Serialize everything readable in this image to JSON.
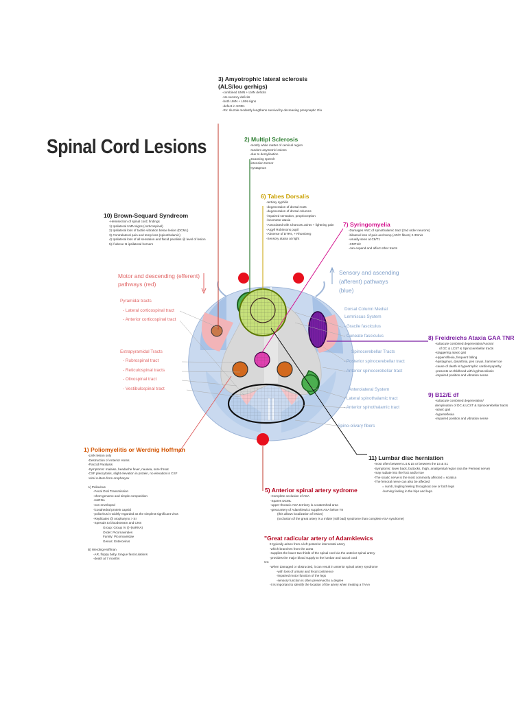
{
  "title": "Spinal Cord Lesions",
  "als": {
    "heading1": "3) Amyotrophic lateral sclerosis",
    "heading2": "(ALS/lou gerhigs)",
    "lines": [
      "-combined UMN + LMN deficits",
      "-No sensory deficits",
      "-both UMN + LMN signs",
      "-defect in SOD1",
      "-Rx: riluzole modestly lengthens survival by decreasing presynaptic Glu"
    ]
  },
  "ms": {
    "heading": "2) Multipl Sclerosis",
    "lines": [
      "-mostly white matter of cervical region",
      "-random asymetric lesions",
      "-due to demylination",
      "-Scanning speech",
      "-intension tremor",
      "-nystagmus"
    ]
  },
  "tabes": {
    "heading": "6) Tabes Dorsalis",
    "lines": [
      "-tertiary syphilis",
      "-degeneration of dorsal roots",
      "-degeneration of dorsal columns",
      "-impaired sensation, proprioception",
      "-locomotor ataxia",
      "-Associated with Charcots Joints + lightning pain",
      "-Argyll Robinsons pupil",
      "-Absense of DTRs, + Rhomberg",
      "-Sensory ataxia at night"
    ]
  },
  "syringo": {
    "heading": "7) Syringomyelia",
    "lines": [
      "-Damages ANC of spinothalamic tract (2nd order neurons)",
      "-bilateral loss of pain and temp (AD/C fibers) 2-30m/s",
      "-usually seen at C8/T1",
      "-CMT1/2",
      "-can expand and affect other tracts"
    ]
  },
  "brown": {
    "heading": "10) Brown-Sequard Syndreom",
    "lines": [
      "-Hemisection of spinal cord; findings",
      "1) Ipsilateral UMN signs (corticospinal)",
      "2) Ipsilateral loss of tactile vibration below lesion (DCML)",
      "3) Contralateral pain and temp loss (spinothalamic)",
      "4) Ipsilateral loss of all sensation and flacid paralisis @ level of lesion",
      "5) if above t1 ipsilateral horners"
    ]
  },
  "motor": {
    "title_line1": "Motor and descending (efferent)",
    "title_line2": "pathways   (red)",
    "pyramidal": "Pyramidal tracts",
    "lateral_cst": "Lateral corticospinal tract",
    "anterior_cst": "Anterior corticospinal tract",
    "extrapyramidal": "Extrapyramidal Tracts",
    "rubrospinal": "Rubrospinal tract",
    "reticulospinal": "Reticulospinal tracts",
    "olivospinal": "Olivospinal tract",
    "vestibulospinal": "Vestibulospinal tract"
  },
  "sensory": {
    "title_line1": "Sensory and ascending",
    "title_line2": "(afferent) pathways",
    "title_line3": "(blue)",
    "dcml1": "Dorsal Column Medial",
    "dcml2": "Lemniscus System",
    "gracile": "Gracile fasciculus",
    "cuneate": "Cuneate fasciculus",
    "spinocerebellar": "Spinocerebellar Tracts",
    "post_sct": "Posterior spinocerebellar tract",
    "ant_sct": "Anterior spinocerebellar tract",
    "anterolateral": "Anterolateral System",
    "lat_stt": "Lateral spinothalamic tract",
    "ant_stt": "Anterior spinothalamic tract",
    "spino_olivary": "Spino-olivary fibers"
  },
  "friedreich": {
    "heading": "8) Freidreichs Ataxia GAA TNR",
    "lines": [
      "-subacute combined degeneration/Axonal",
      "of DC & LCST & Spinocerebellar tracts",
      "-staggering ataxic gait",
      "-Hyperreflexia, frequent falling",
      "-Nystagmus, dysarthria, pes cavus, hammer toe",
      "-cause of death is hypertrophic cardiomyopathy",
      "-presents at childhood with kyphoscoliosis",
      "-impaired position and vibration sense"
    ]
  },
  "b12": {
    "heading": "9) B12/E df",
    "lines": [
      "-subacute combined degeneration/",
      "demylination of DC & LCST & Spinocerebellar tracts",
      "-ataxic gait",
      "-hyperreflexia",
      "-impaired position and vibration sense"
    ]
  },
  "polio": {
    "heading": "1) Poliomyelitis or Werdnig Hoffman",
    "lines": [
      "-LMN lesion only",
      "-Destruction of Anterior Horns",
      "-Flaccid Paralysis",
      "-Symptoms: malaise, headache fever, nausea, sore throat",
      "-CSF pleocytosis, slight elevation in protein, no elevation in CSF",
      "-Viral culture from oropharynx"
    ],
    "sub_a": "A) Poliovirus",
    "sub_a_lines": [
      "-Fecal Oral Transmission",
      "-short genome and simple composition",
      "+ssRNA",
      "-non enveloped",
      "-icosahedral protein capsid",
      "-poliovirus is widely regarded as the simplest significant virus",
      "-Replicates @ oropharynx > SI",
      "-Spreads to bloodstream and CNS"
    ],
    "taxonomy": [
      "Group: Group IV ((+)ssRNA)",
      "Order: Picornavirales",
      "Family: Picornaviridae",
      "Genus: Enterovirus"
    ],
    "sub_b": "B) Werdnig-Hoffman",
    "sub_b_lines": [
      "-AR, floppy baby, tongue fasciculations",
      "-death at 7 months"
    ]
  },
  "disc": {
    "heading": "11) Lumbar disc herniation",
    "lines": [
      "-most often between L4 & L5 or between the L5 & S1",
      "-Symptoms: lower back, buttocks, thigh, anal/genital region (via the Perineal nerve)",
      "-may radiate into the foot and/or toe",
      "-The sciatic nerve is the most commonly affected = sciatica",
      "-The femoral nerve can also be affected",
      "= numb, tingling feeling throughout one or both legs",
      "-burning feeling in the hips and legs."
    ]
  },
  "asa": {
    "heading": "5) Anterior spinal artery sydrome",
    "lines": [
      "-Complete occlusion of ASA",
      "-Spares DCML",
      "-upper thoracic ASA territory is a watershed area",
      "-great artery of Adamkiewicz supplies ASA below T8",
      "(this allows localization of lesion)",
      "(occlusion of the great artery is a milder (still bad) syndrome than complete ASA syndrome)"
    ]
  },
  "adamk": {
    "heading": "\"Great radicular artery of Adamkiewics",
    "lines": [
      "It typically arises from a left posterior intercostal artery",
      "-which branches from the aorta",
      "-supplies the lower two thirds of the spinal cord via the anterior spinal artery",
      "-provides the major blood supply to the lumbar and sacral cord"
    ],
    "cc": "CC",
    "cc_lines": [
      "-When damaged or obstructed, it can result in anterior spinal artery syndrome",
      "-with loss of urinary and fecal continence",
      "-impaired motor function of the legs",
      "-sensory function is often preserved to a degree",
      "-It is important to identify the location of the artery when treating a TAAA"
    ]
  }
}
